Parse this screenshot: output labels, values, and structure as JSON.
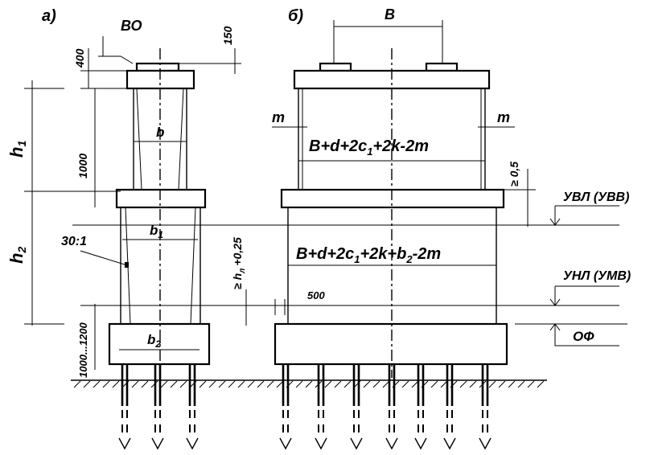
{
  "panel_a": {
    "tag": "а)",
    "bo": "ВО",
    "dim_400": "400",
    "dim_150": "150",
    "h1": "h",
    "h1_sub": "1",
    "h2": "h",
    "h2_sub": "2",
    "dim_1000": "1000",
    "b": "b",
    "b1": "b",
    "b1_sub": "1",
    "b2": "b",
    "b2_sub": "2",
    "slope": "30:1",
    "dim_1000_1200": "1000...1200",
    "hl": "≥ h",
    "hl_sub": "л",
    "hl_tail": "+0,25"
  },
  "panel_b": {
    "tag": "б)",
    "B": "В",
    "m_left": "m",
    "m_right": "m",
    "formula_top": "B+d+2c",
    "formula_top_sub": "1",
    "formula_top_tail": "+2k-2m",
    "formula_bottom": "B+d+2c",
    "formula_bottom_sub": "1",
    "formula_bottom_mid": "+2k+b",
    "formula_bottom_sub2": "2",
    "formula_bottom_tail": "-2m",
    "ge_05": "≥ 0,5",
    "dim_500": "500"
  },
  "levels": {
    "uvl": "УВЛ (УВВ)",
    "unl": "УНЛ (УМВ)",
    "of": "ОФ"
  }
}
